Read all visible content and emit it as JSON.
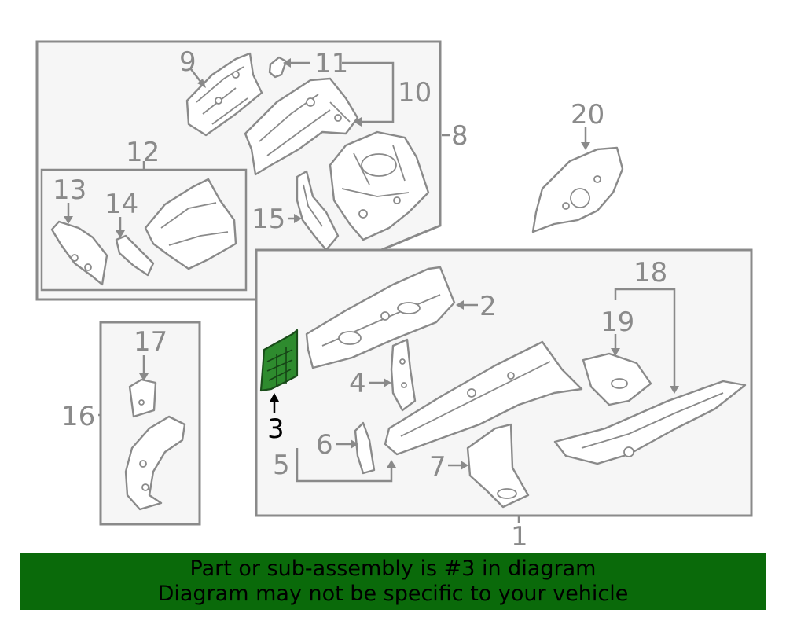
{
  "callouts": {
    "c1": "1",
    "c2": "2",
    "c3": "3",
    "c4": "4",
    "c5": "5",
    "c6": "6",
    "c7": "7",
    "c8": "8",
    "c9": "9",
    "c10": "10",
    "c11": "11",
    "c12": "12",
    "c13": "13",
    "c14": "14",
    "c15": "15",
    "c16": "16",
    "c17": "17",
    "c18": "18",
    "c19": "19",
    "c20": "20"
  },
  "highlighted_part": "3",
  "banner": {
    "line1": "Part or sub-assembly is #3 in diagram",
    "line2": "Diagram may not be specific to your vehicle"
  },
  "colors": {
    "highlight": "#2e8b2e",
    "banner_bg": "#0a6a0a",
    "line_gray": "#8a8a8a"
  }
}
